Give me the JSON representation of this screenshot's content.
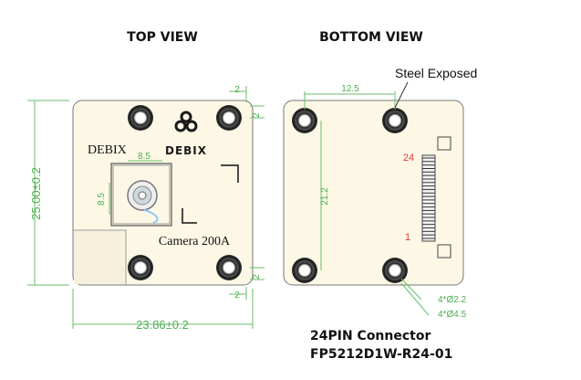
{
  "views": {
    "top_title": "TOP VIEW",
    "bottom_title": "BOTTOM VIEW"
  },
  "top_board": {
    "brand_text": "DEBIX",
    "logo_text": "DEBIX",
    "model_text": "Camera 200A",
    "dim_width": "23.86±0.2",
    "dim_height": "25.00±0.2",
    "dim_lens_w": "8.5",
    "dim_lens_h": "8.5",
    "dim_hole_top_x": "2",
    "dim_hole_top_y": "2",
    "dim_hole_bottom_x": "2",
    "dim_hole_bottom_y": "2"
  },
  "bottom_board": {
    "label_steel": "Steel Exposed",
    "dim_top": "12.5",
    "dim_left": "21.2",
    "pin_first": "24",
    "pin_last": "1",
    "hole_inner": "4*Ø2.2",
    "hole_outer": "4*Ø4.5"
  },
  "connector": {
    "line1": "24PIN Connector",
    "line2": "FP5212D1W-R24-01"
  },
  "colors": {
    "board_fill": "#fdf8e6",
    "board_stroke": "#666666",
    "dimension": "#4caf50",
    "pin_label": "#e53935",
    "logo": "#1a1a1a"
  }
}
